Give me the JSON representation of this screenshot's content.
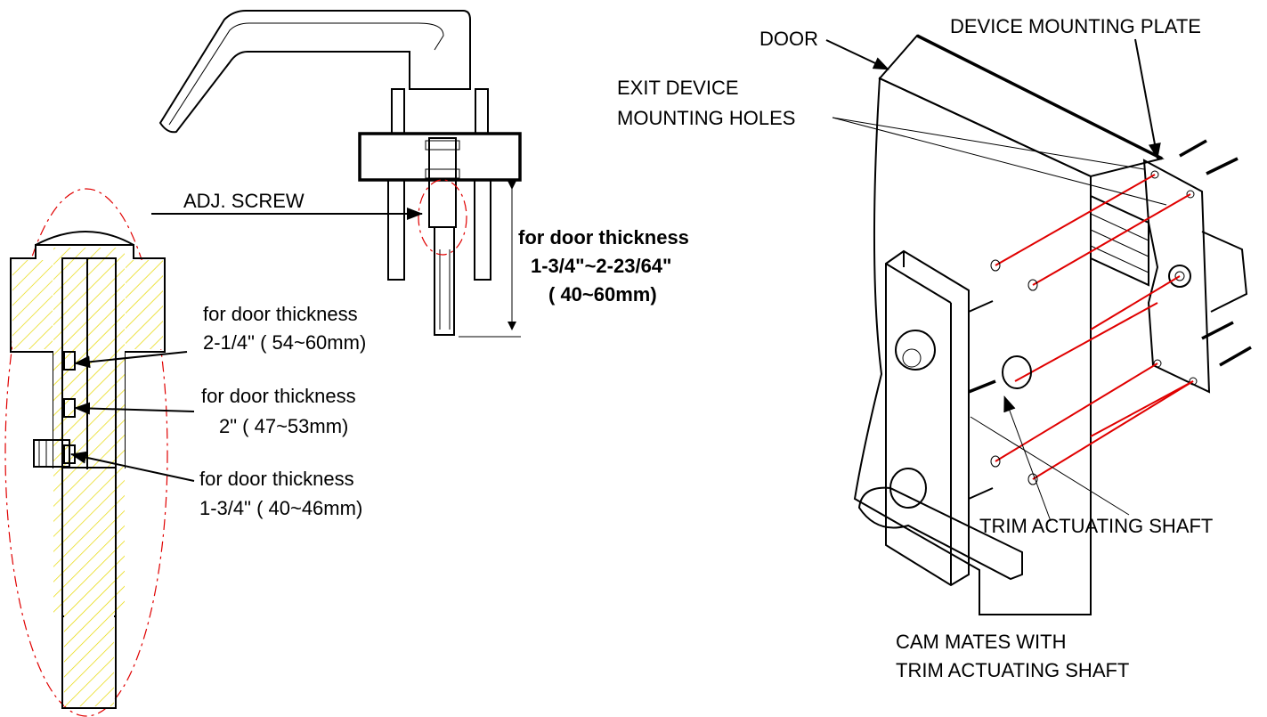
{
  "labels": {
    "adj_screw": "ADJ. SCREW",
    "door_range_l1": "for door thickness",
    "door_range_l2": "1-3/4\"~2-23/64\"",
    "door_range_l3": "( 40~60mm)",
    "thick_a_l1": "for door thickness",
    "thick_a_l2": "2-1/4\" ( 54~60mm)",
    "thick_b_l1": "for door thickness",
    "thick_b_l2": "2\" ( 47~53mm)",
    "thick_c_l1": "for door thickness",
    "thick_c_l2": "1-3/4\" ( 40~46mm)",
    "door": "DOOR",
    "mounting_plate": "DEVICE MOUNTING PLATE",
    "holes_l1": "EXIT DEVICE",
    "holes_l2": "MOUNTING HOLES",
    "shaft": "TRIM ACTUATING SHAFT",
    "cam_l1": "CAM MATES WITH",
    "cam_l2": "TRIM ACTUATING SHAFT"
  },
  "colors": {
    "line": "#000000",
    "highlight": "#e00000",
    "hatch": "#e6d800"
  }
}
